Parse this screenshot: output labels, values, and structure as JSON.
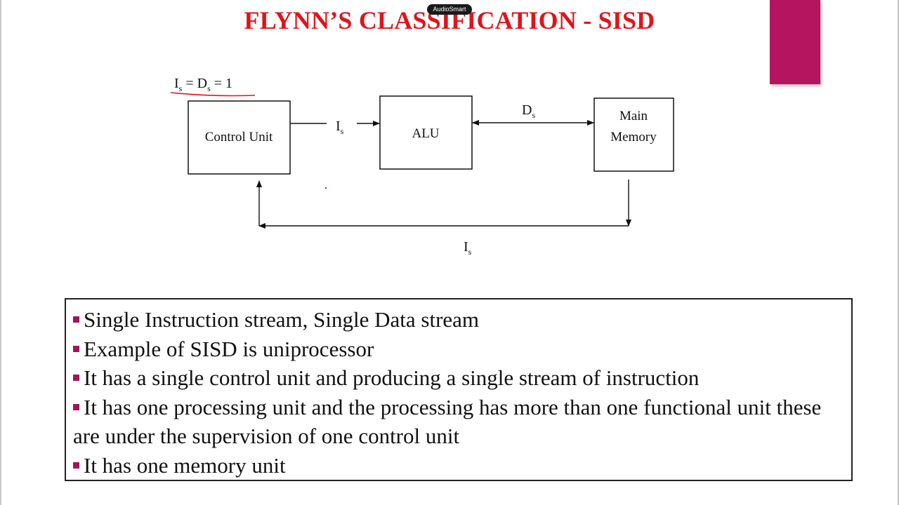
{
  "slide": {
    "title": "FLYNN’S  CLASSIFICATION - SISD",
    "watermark_badge": "AudioSmart",
    "accent_color": "#b5145e",
    "title_color": "#e0141c"
  },
  "diagram": {
    "top_label": {
      "I_base": "I",
      "I_sub": "s",
      "eq1": " = ",
      "D_base": "D",
      "D_sub": "s",
      "eq2": " = 1"
    },
    "control_unit": "Control Unit",
    "alu": "ALU",
    "main_memory_line1": "Main",
    "main_memory_line2": "Memory",
    "is_label_top": {
      "base": "I",
      "sub": "s"
    },
    "ds_label": {
      "base": "D",
      "sub": "s"
    },
    "is_label_bottom": {
      "base": "I",
      "sub": "s"
    }
  },
  "bullets": [
    "Single Instruction stream, Single Data stream",
    "Example of SISD is uniprocessor",
    "It has a single control unit and producing a single stream of instruction",
    "It has one processing unit and the processing has more than one functional unit these are under the supervision of one control unit",
    "It has one memory unit"
  ]
}
